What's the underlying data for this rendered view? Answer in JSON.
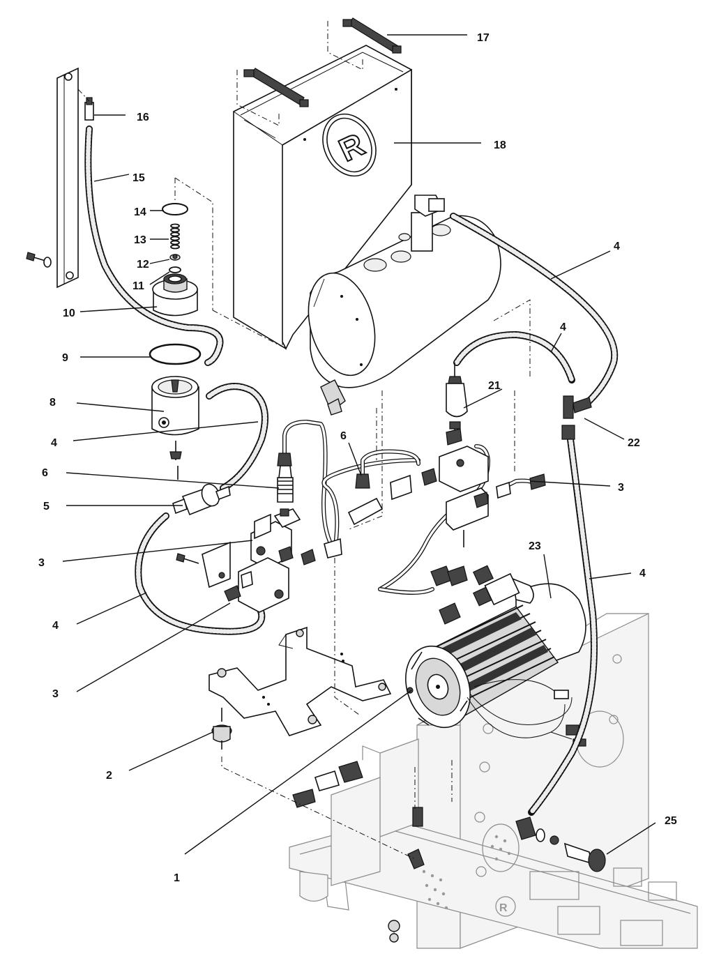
{
  "callouts": [
    {
      "id": "17",
      "label": "17"
    },
    {
      "id": "16",
      "label": "16"
    },
    {
      "id": "18",
      "label": "18"
    },
    {
      "id": "15",
      "label": "15"
    },
    {
      "id": "14",
      "label": "14"
    },
    {
      "id": "13",
      "label": "13"
    },
    {
      "id": "12",
      "label": "12"
    },
    {
      "id": "11",
      "label": "11"
    },
    {
      "id": "10",
      "label": "10"
    },
    {
      "id": "9",
      "label": "9"
    },
    {
      "id": "8",
      "label": "8"
    },
    {
      "id": "4a",
      "label": "4"
    },
    {
      "id": "4b",
      "label": "4"
    },
    {
      "id": "4c",
      "label": "4"
    },
    {
      "id": "4d",
      "label": "4"
    },
    {
      "id": "4e",
      "label": "4"
    },
    {
      "id": "21",
      "label": "21"
    },
    {
      "id": "22",
      "label": "22"
    },
    {
      "id": "6a",
      "label": "6"
    },
    {
      "id": "6b",
      "label": "6"
    },
    {
      "id": "5",
      "label": "5"
    },
    {
      "id": "3a",
      "label": "3"
    },
    {
      "id": "3b",
      "label": "3"
    },
    {
      "id": "3c",
      "label": "3"
    },
    {
      "id": "23",
      "label": "23"
    },
    {
      "id": "2",
      "label": "2"
    },
    {
      "id": "1",
      "label": "1"
    },
    {
      "id": "25",
      "label": "25"
    }
  ],
  "logo": {
    "letter": "R"
  }
}
